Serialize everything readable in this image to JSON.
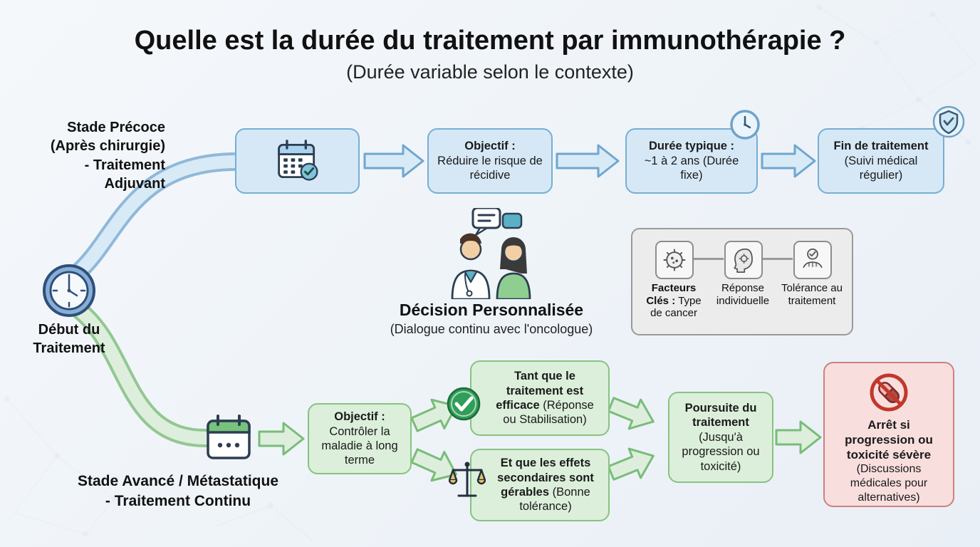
{
  "title": "Quelle est la durée du traitement par immunothérapie ?",
  "subtitle": "(Durée variable selon le contexte)",
  "start": {
    "label": "Début du\nTraitement"
  },
  "adjuvant": {
    "branch_label": "Stade Précoce\n(Après chirurgie)\n- Traitement\nAdjuvant",
    "objective": {
      "title": "Objectif :",
      "body": "Réduire le risque de récidive"
    },
    "duration": {
      "title": "Durée typique :",
      "body": "~1 à 2 ans (Durée fixe)"
    },
    "end": {
      "title": "Fin de traitement",
      "body": "(Suivi médical régulier)"
    }
  },
  "decision": {
    "title": "Décision Personnalisée",
    "subtitle": "(Dialogue continu avec l'oncologue)"
  },
  "factors": {
    "items": [
      {
        "bold": "Facteurs Clés :",
        "text": "Type de cancer",
        "icon": "cancer-cell-icon"
      },
      {
        "bold": "",
        "text": "Réponse individuelle",
        "icon": "head-profile-icon"
      },
      {
        "bold": "",
        "text": "Tolérance au traitement",
        "icon": "hand-check-icon"
      }
    ]
  },
  "continuous": {
    "branch_label": "Stade Avancé / Métastatique\n- Traitement Continu",
    "objective": {
      "title": "Objectif :",
      "body": "Contrôler la maladie à long terme"
    },
    "condition_efficacy": {
      "title": "Tant que le traitement est efficace",
      "body": "(Réponse ou Stabilisation)"
    },
    "condition_tolerance": {
      "title": "Et que les effets secondaires sont gérables",
      "body": "(Bonne tolérance)"
    },
    "continuation": {
      "title": "Poursuite du traitement",
      "body": "(Jusqu'à progression ou toxicité)"
    },
    "stop": {
      "title": "Arrêt si progression ou toxicité sévère",
      "body": "(Discussions médicales pour alternatives)"
    }
  },
  "palette": {
    "blue_fill": "#d6e8f6",
    "blue_border": "#76aed4",
    "green_fill": "#dcefdb",
    "green_border": "#87c37f",
    "red_fill": "#f9dede",
    "red_border": "#cf8080",
    "gray_fill": "#ececec",
    "gray_border": "#9a9a9a"
  }
}
